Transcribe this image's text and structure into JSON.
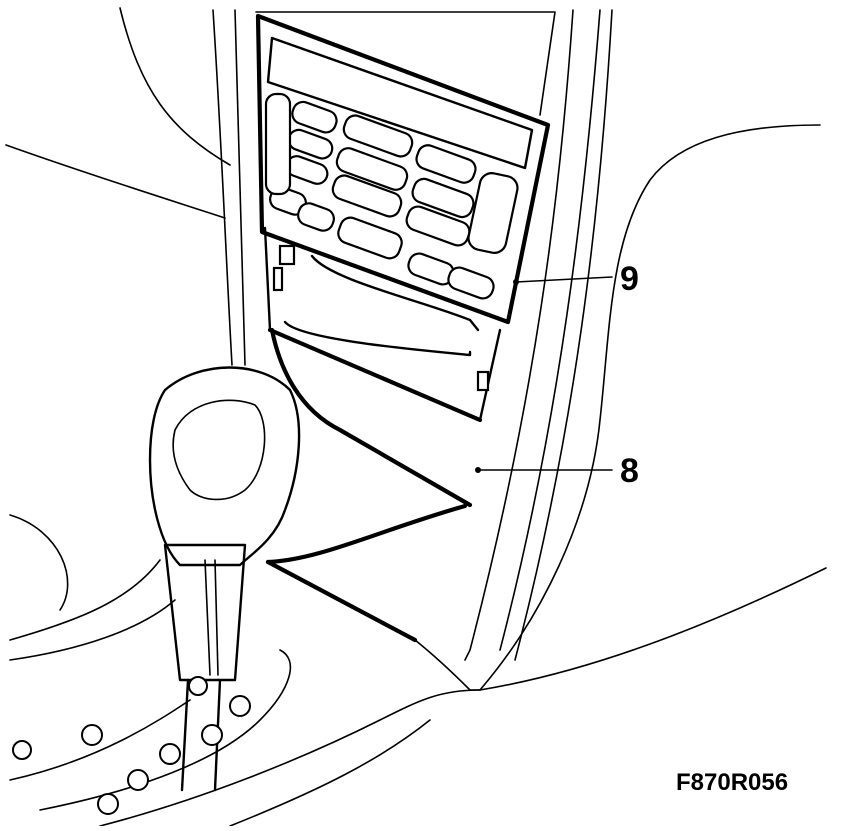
{
  "figure_code": "F870R056",
  "callouts": [
    {
      "id": "9",
      "label": "9"
    },
    {
      "id": "8",
      "label": "8"
    }
  ],
  "colors": {
    "line": "#000000",
    "background": "#ffffff"
  }
}
